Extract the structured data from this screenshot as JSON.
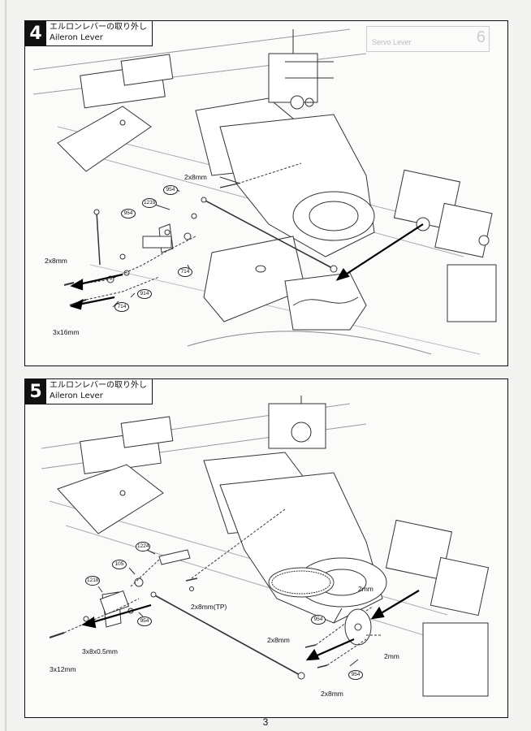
{
  "steps": [
    {
      "number": "4",
      "title_ja": "エルロンレバーの取り外し",
      "title_en": "Aileron Lever",
      "screws": [
        "2x8mm",
        "2x8mm",
        "3x16mm"
      ],
      "parts": [
        "954",
        "1219",
        "954",
        "714",
        "914",
        "714"
      ]
    },
    {
      "number": "5",
      "title_ja": "エルロンレバーの取り外し",
      "title_en": "Aileron Lever",
      "screws": [
        "2x8mm(TP)",
        "3x8x0.5mm",
        "3x12mm",
        "2x8mm",
        "2x8mm",
        "2mm",
        "2mm"
      ],
      "parts": [
        "1224",
        "105",
        "1218",
        "954",
        "954",
        "954"
      ]
    }
  ],
  "ghost": {
    "next_step_number": "6",
    "next_step_en": "Servo Lever"
  },
  "page_number": "3"
}
